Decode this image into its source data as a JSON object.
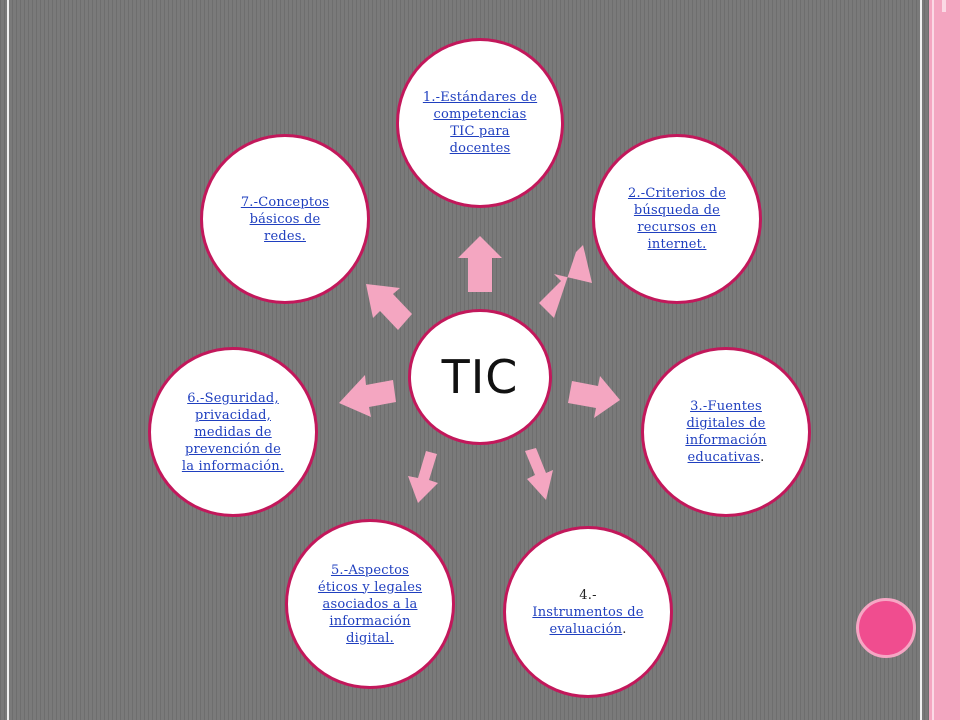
{
  "diagram": {
    "center_label": "TIC",
    "nodes": [
      {
        "id": "1",
        "text": "1.-Estándares de competencias TIC para docentes"
      },
      {
        "id": "2",
        "text": "2.-Criterios de búsqueda de recursos en internet."
      },
      {
        "id": "3",
        "text": "3.-Fuentes digitales de información educativas",
        "suffix": "."
      },
      {
        "id": "4",
        "prefix": "4.-",
        "text": "Instrumentos de evaluación",
        "suffix": "."
      },
      {
        "id": "5",
        "text": "5.-Aspectos éticos y legales asociados a la información digital."
      },
      {
        "id": "6",
        "text": "6.-Seguridad, privacidad, medidas de prevención de la información."
      },
      {
        "id": "7",
        "text": "7.-Conceptos básicos de redes."
      }
    ]
  },
  "colors": {
    "background": "#7a7a7a",
    "node_border": "#c2185b",
    "arrow_fill": "#f4a6c1",
    "link_text": "#1f3fbf",
    "accent_band": "#f4a6c1",
    "accent_dot": "#f04d8f"
  }
}
